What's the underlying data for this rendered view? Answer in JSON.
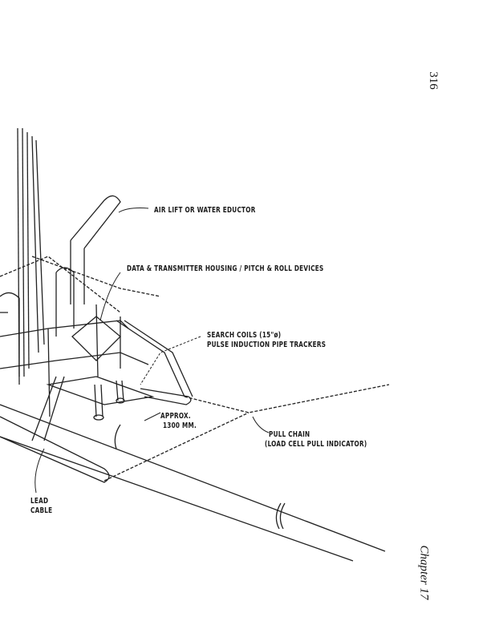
{
  "page": {
    "page_number": "316",
    "running_footer": "Chapter 17"
  },
  "figure": {
    "labels": {
      "air_lift": "AIR LIFT OR WATER EDUCTOR",
      "data_housing": "DATA & TRANSMITTER HOUSING / PITCH & ROLL DEVICES",
      "search_coils_line1": "SEARCH COILS (15\"ø)",
      "search_coils_line2": "PULSE INDUCTION PIPE TRACKERS",
      "approx_line1": "APPROX.",
      "approx_line2": "1300 MM.",
      "pull_chain_line1": "PULL CHAIN",
      "pull_chain_line2": "(LOAD CELL PULL INDICATOR)",
      "lead_cable_line1": "LEAD",
      "lead_cable_line2": "CABLE"
    }
  }
}
